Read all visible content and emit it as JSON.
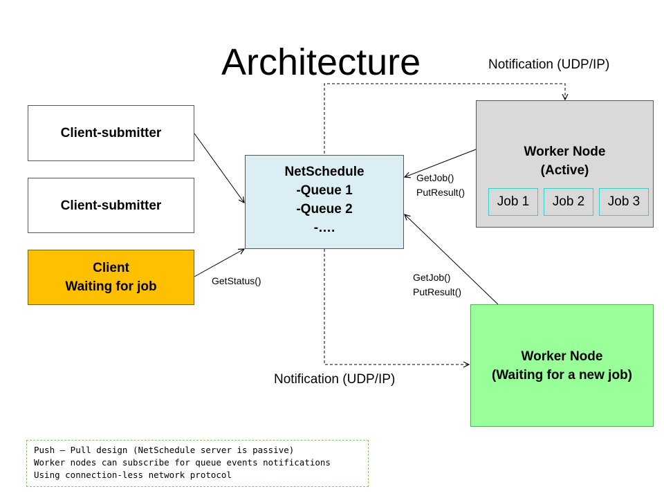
{
  "title": "Architecture",
  "notifications": {
    "top": "Notification (UDP/IP)",
    "bottom": "Notification (UDP/IP)"
  },
  "clients": [
    {
      "label": "Client-submitter"
    },
    {
      "label": "Client-submitter"
    },
    {
      "line1": "Client",
      "line2": "Waiting for job"
    }
  ],
  "netschedule": {
    "title": "NetSchedule",
    "queues": [
      "-Queue 1",
      "-Queue 2",
      "-…."
    ]
  },
  "worker_active": {
    "line1": "Worker Node",
    "line2": "(Active)",
    "jobs": [
      "Job 1",
      "Job 2",
      "Job 3"
    ]
  },
  "worker_waiting": {
    "line1": "Worker Node",
    "line2": "(Waiting for a new job)"
  },
  "labels": {
    "getstatus": "GetStatus()",
    "top_calls": [
      "GetJob()",
      "PutResult()"
    ],
    "bottom_calls": [
      "GetJob()",
      "PutResult()"
    ]
  },
  "footer": [
    "Push – Pull design (NetSchedule server is passive)",
    "Worker nodes can subscribe for queue events notifications",
    "Using connection-less network protocol"
  ],
  "colors": {
    "waiting_client": "#ffc000",
    "netschedule": "#dbeef4",
    "worker_active": "#d9d9d9",
    "worker_waiting": "#99ff99"
  }
}
